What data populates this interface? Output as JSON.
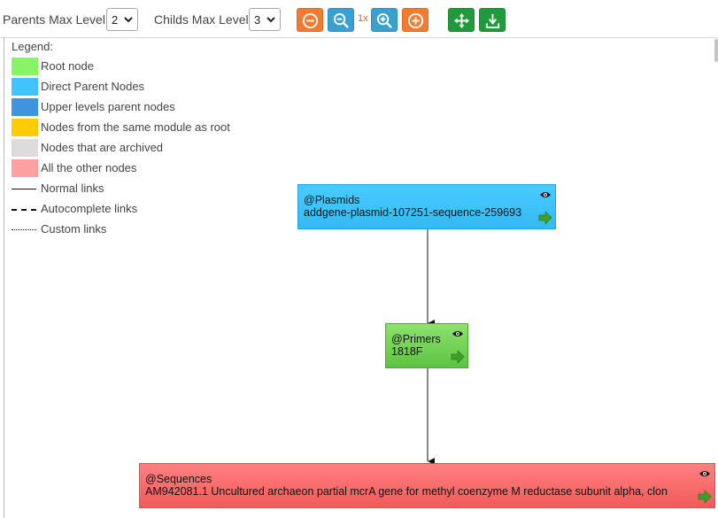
{
  "toolbar": {
    "parents_label": "Parents Max Level",
    "parents_value": "2",
    "childs_label": "Childs Max Level",
    "childs_value": "3",
    "zoom_level": "1x",
    "icons": [
      "zoom-out-circle-icon",
      "zoom-out-magnifier-icon",
      "zoom-in-magnifier-icon",
      "zoom-in-circle-icon",
      "move-arrows-icon",
      "download-icon"
    ]
  },
  "legend": {
    "title": "Legend:",
    "items": [
      {
        "label": "Root node",
        "color": "#86f466"
      },
      {
        "label": "Direct Parent Nodes",
        "color": "#40c4ff"
      },
      {
        "label": "Upper levels parent nodes",
        "color": "#3d94df"
      },
      {
        "label": "Nodes from the same module as root",
        "color": "#ffcb05"
      },
      {
        "label": "Nodes that are archived",
        "color": "#dcdcdc"
      },
      {
        "label": "All the other nodes",
        "color": "#ffa0a0"
      }
    ],
    "lines": [
      {
        "label": "Normal links",
        "style": "solid"
      },
      {
        "label": "Autocomplete links",
        "style": "dashed"
      },
      {
        "label": "Custom links",
        "style": "dotted"
      }
    ]
  },
  "nodes": [
    {
      "module": "@Plasmids",
      "label": "addgene-plasmid-107251-sequence-259693",
      "kind": "direct-parent"
    },
    {
      "module": "@Primers",
      "label": "1818F",
      "kind": "root"
    },
    {
      "module": "@Sequences",
      "label": "AM942081.1 Uncultured archaeon partial mcrA gene for methyl coenzyme M reductase subunit alpha, clon",
      "kind": "other"
    }
  ],
  "links": [
    {
      "from": "@Plasmids",
      "to": "@Primers",
      "style": "solid"
    },
    {
      "from": "@Primers",
      "to": "@Sequences",
      "style": "solid"
    }
  ]
}
